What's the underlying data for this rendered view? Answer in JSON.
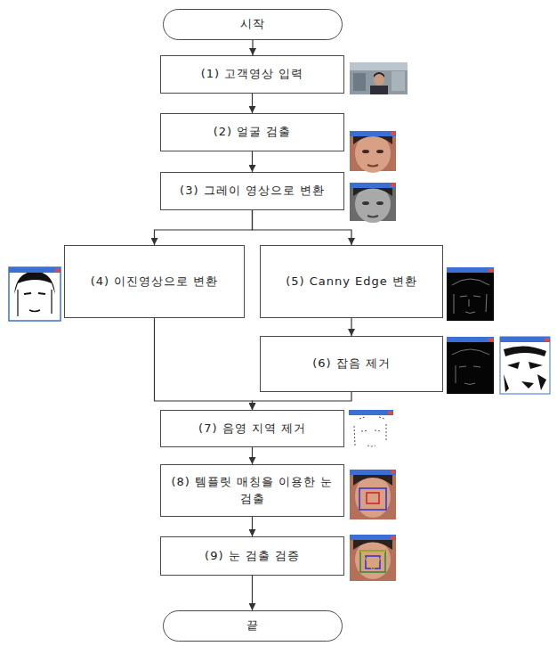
{
  "diagram": {
    "nodes": [
      {
        "text": [
          "시작"
        ]
      },
      {
        "text": [
          "(1) 고객영상 입력"
        ]
      },
      {
        "text": [
          "(2) 얼굴 검출"
        ]
      },
      {
        "text": [
          "(3) 그레이 영상으로 변환"
        ]
      },
      {
        "text": [
          "(4) 이진영상으로 변환"
        ]
      },
      {
        "text": [
          "(5) Canny Edge 변환"
        ]
      },
      {
        "text": [
          "(6) 잡음 제거"
        ]
      },
      {
        "text": [
          "(7) 음영 지역 제거"
        ]
      },
      {
        "text": [
          "(8) 템플릿 매칭을 이용한 눈 검출"
        ]
      },
      {
        "text": [
          "(9) 눈 검출 검증"
        ]
      },
      {
        "text": [
          "끝"
        ]
      }
    ],
    "edges": [
      {
        "from": 0,
        "to": 1,
        "arrow": "to"
      },
      {
        "from": 1,
        "to": 2,
        "arrow": "to"
      },
      {
        "from": 2,
        "to": 3,
        "arrow": "to"
      },
      {
        "from": 3,
        "to": 4,
        "arrow": "to"
      },
      {
        "from": 3,
        "to": 5,
        "arrow": "to"
      },
      {
        "from": 5,
        "to": 6,
        "arrow": "to"
      },
      {
        "from": 4,
        "to": 7,
        "arrow": "to"
      },
      {
        "from": 6,
        "to": 7,
        "arrow": "to"
      },
      {
        "from": 7,
        "to": 8,
        "arrow": "to"
      },
      {
        "from": 8,
        "to": 9,
        "arrow": "to"
      },
      {
        "from": 9,
        "to": 10,
        "arrow": "to"
      }
    ]
  }
}
